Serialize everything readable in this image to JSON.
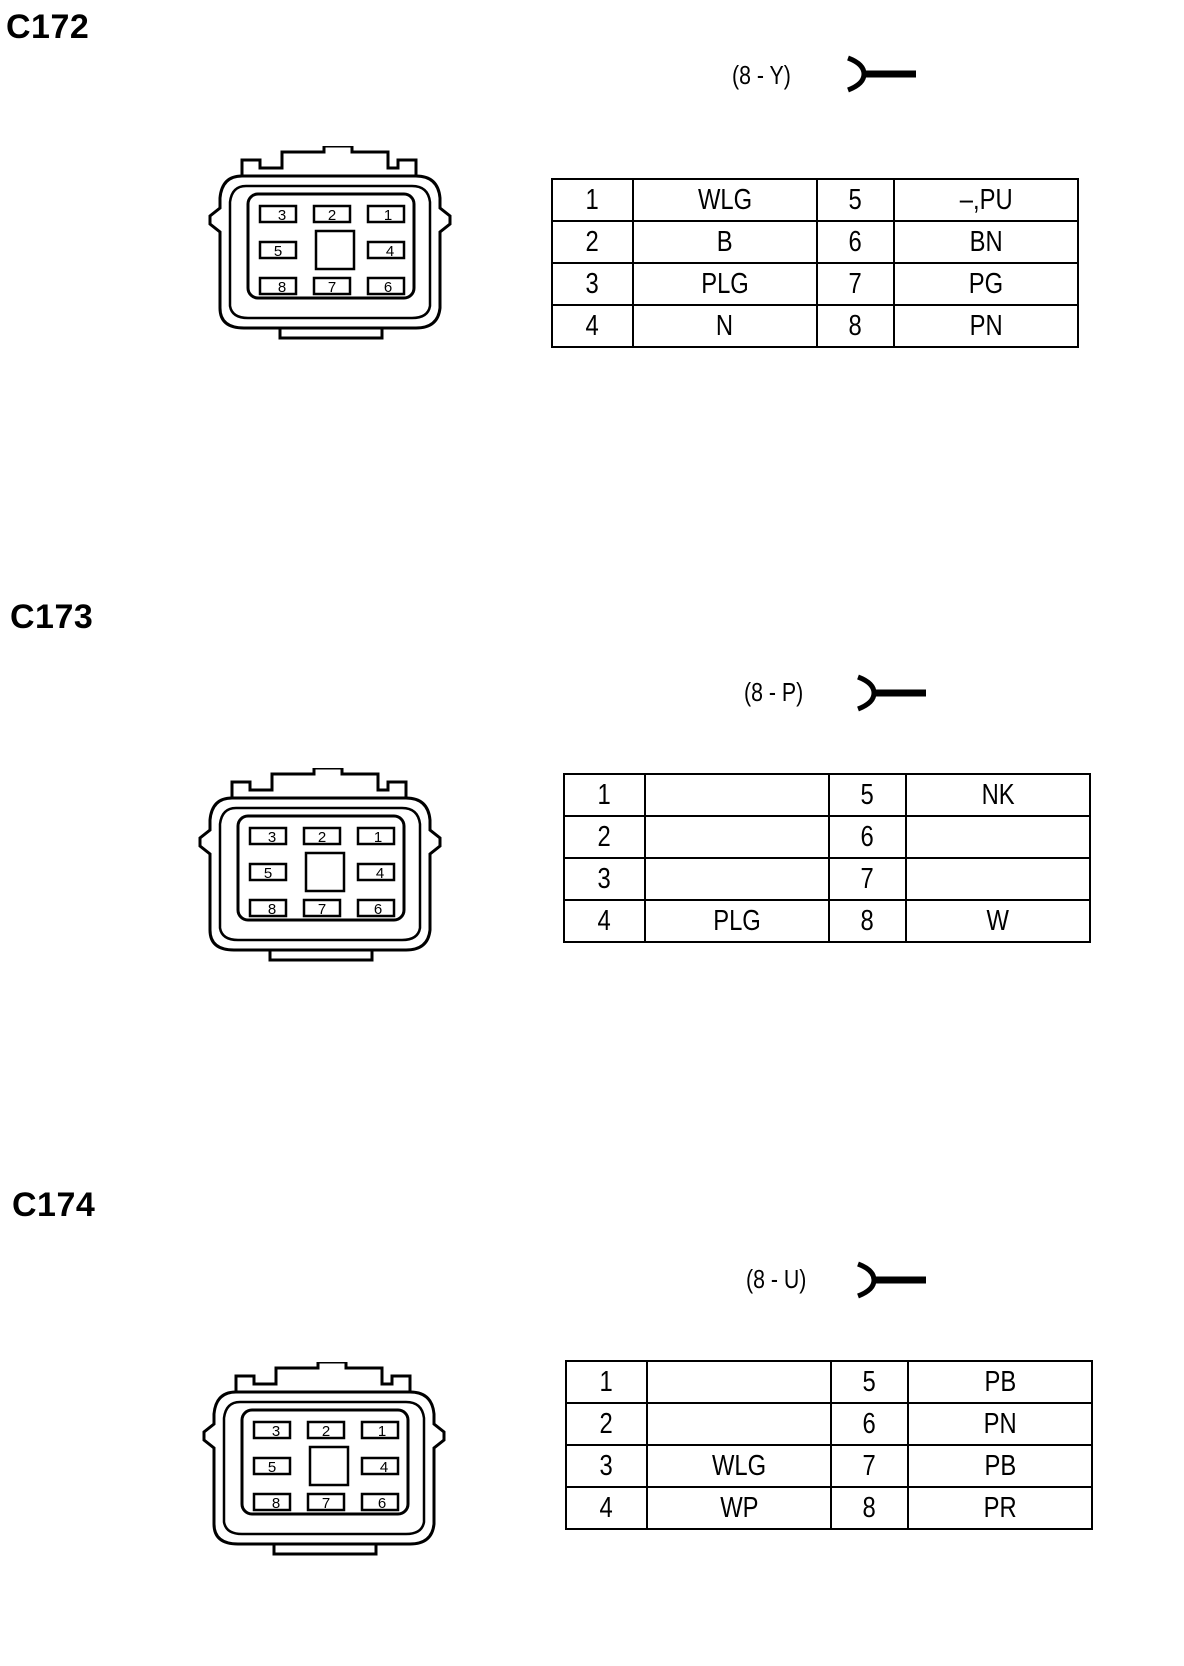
{
  "connectors": [
    {
      "id": "C172",
      "code": "(8 - Y)",
      "pins": [
        {
          "left_pin": "1",
          "left_wire": "WLG",
          "right_pin": "5",
          "right_wire": "–,PU"
        },
        {
          "left_pin": "2",
          "left_wire": "B",
          "right_pin": "6",
          "right_wire": "BN"
        },
        {
          "left_pin": "3",
          "left_wire": "PLG",
          "right_pin": "7",
          "right_wire": "PG"
        },
        {
          "left_pin": "4",
          "left_wire": "N",
          "right_pin": "8",
          "right_wire": "PN"
        }
      ]
    },
    {
      "id": "C173",
      "code": "(8 - P)",
      "pins": [
        {
          "left_pin": "1",
          "left_wire": "",
          "right_pin": "5",
          "right_wire": "NK"
        },
        {
          "left_pin": "2",
          "left_wire": "",
          "right_pin": "6",
          "right_wire": ""
        },
        {
          "left_pin": "3",
          "left_wire": "",
          "right_pin": "7",
          "right_wire": ""
        },
        {
          "left_pin": "4",
          "left_wire": "PLG",
          "right_pin": "8",
          "right_wire": "W"
        }
      ]
    },
    {
      "id": "C174",
      "code": "(8 - U)",
      "pins": [
        {
          "left_pin": "1",
          "left_wire": "",
          "right_pin": "5",
          "right_wire": "PB"
        },
        {
          "left_pin": "2",
          "left_wire": "",
          "right_pin": "6",
          "right_wire": "PN"
        },
        {
          "left_pin": "3",
          "left_wire": "WLG",
          "right_pin": "7",
          "right_wire": "PB"
        },
        {
          "left_pin": "4",
          "left_wire": "WP",
          "right_pin": "8",
          "right_wire": "PR"
        }
      ]
    }
  ],
  "cavity_numbers": {
    "r1": [
      "3",
      "2",
      "1"
    ],
    "r2": [
      "5",
      "4"
    ],
    "r3": [
      "8",
      "7",
      "6"
    ]
  }
}
